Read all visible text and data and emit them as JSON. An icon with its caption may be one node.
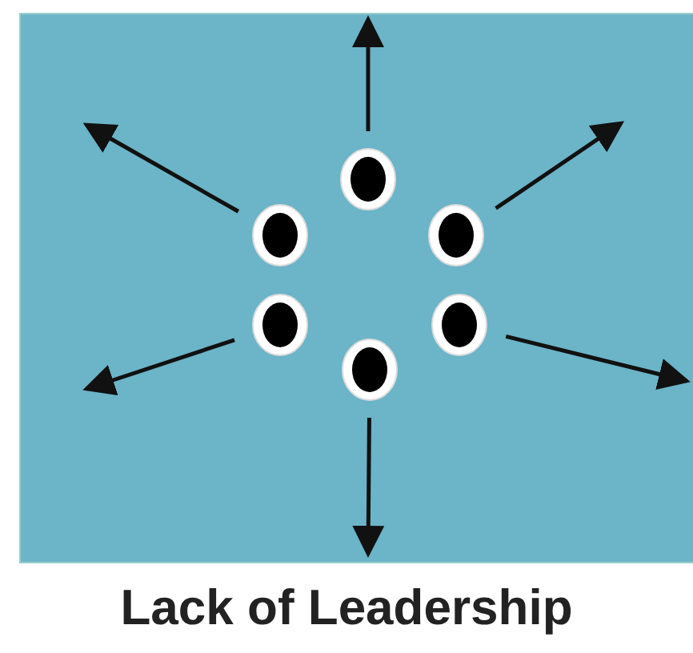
{
  "diagram": {
    "caption": "Lack of Leadership",
    "nodes": [
      {
        "text": [],
        "shape": "circle"
      },
      {
        "text": [],
        "shape": "circle"
      },
      {
        "text": [],
        "shape": "circle"
      },
      {
        "text": [],
        "shape": "circle"
      },
      {
        "text": [],
        "shape": "circle"
      },
      {
        "text": [],
        "shape": "circle"
      }
    ],
    "edges": [
      {
        "from": 0,
        "to": null,
        "arrow": "to"
      },
      {
        "from": 2,
        "to": null,
        "arrow": "to"
      },
      {
        "from": 4,
        "to": null,
        "arrow": "to"
      },
      {
        "from": 5,
        "to": null,
        "arrow": "to"
      },
      {
        "from": 3,
        "to": null,
        "arrow": "to"
      },
      {
        "from": 1,
        "to": null,
        "arrow": "to"
      }
    ]
  }
}
